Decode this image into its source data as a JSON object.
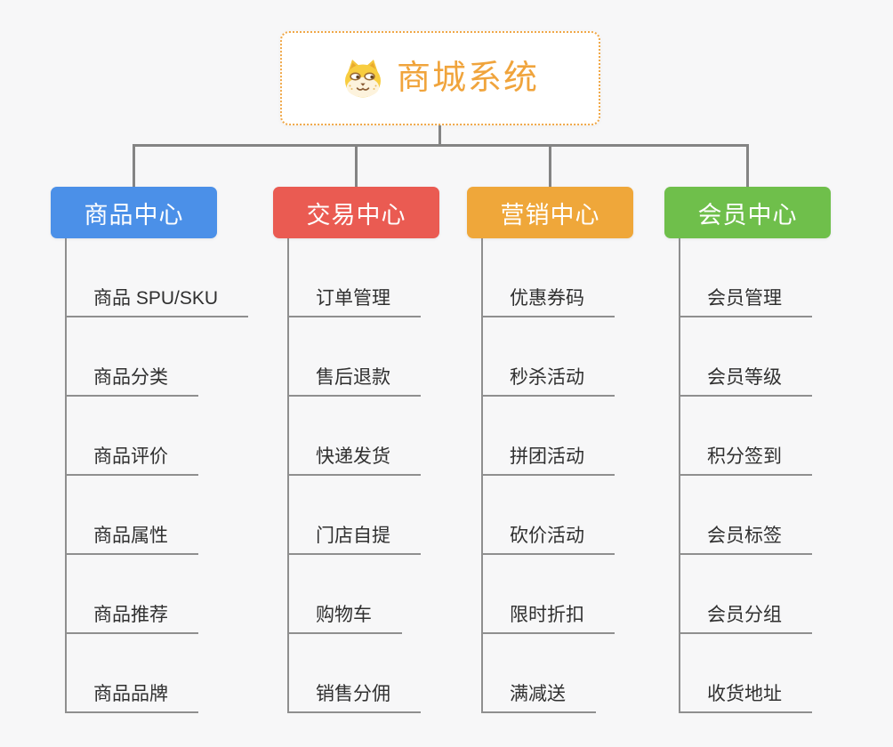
{
  "root": {
    "title": "商城系统",
    "icon": "dog-icon"
  },
  "branches": [
    {
      "label": "商品中心",
      "color": "#4b90e8",
      "children": [
        "商品 SPU/SKU",
        "商品分类",
        "商品评价",
        "商品属性",
        "商品推荐",
        "商品品牌"
      ]
    },
    {
      "label": "交易中心",
      "color": "#ea5b52",
      "children": [
        "订单管理",
        "售后退款",
        "快递发货",
        "门店自提",
        "购物车",
        "销售分佣"
      ]
    },
    {
      "label": "营销中心",
      "color": "#efa73a",
      "children": [
        "优惠券码",
        "秒杀活动",
        "拼团活动",
        "砍价活动",
        "限时折扣",
        "满减送"
      ]
    },
    {
      "label": "会员中心",
      "color": "#6fbf4b",
      "children": [
        "会员管理",
        "会员等级",
        "积分签到",
        "会员标签",
        "会员分组",
        "收货地址"
      ]
    }
  ],
  "colors": {
    "background": "#f7f7f8",
    "connector": "#848484",
    "item_line": "#8f8f8f",
    "item_text": "#303030",
    "root_border": "#f0a848",
    "root_title_text": "#f0a43c",
    "branch_text": "#ffffff"
  }
}
